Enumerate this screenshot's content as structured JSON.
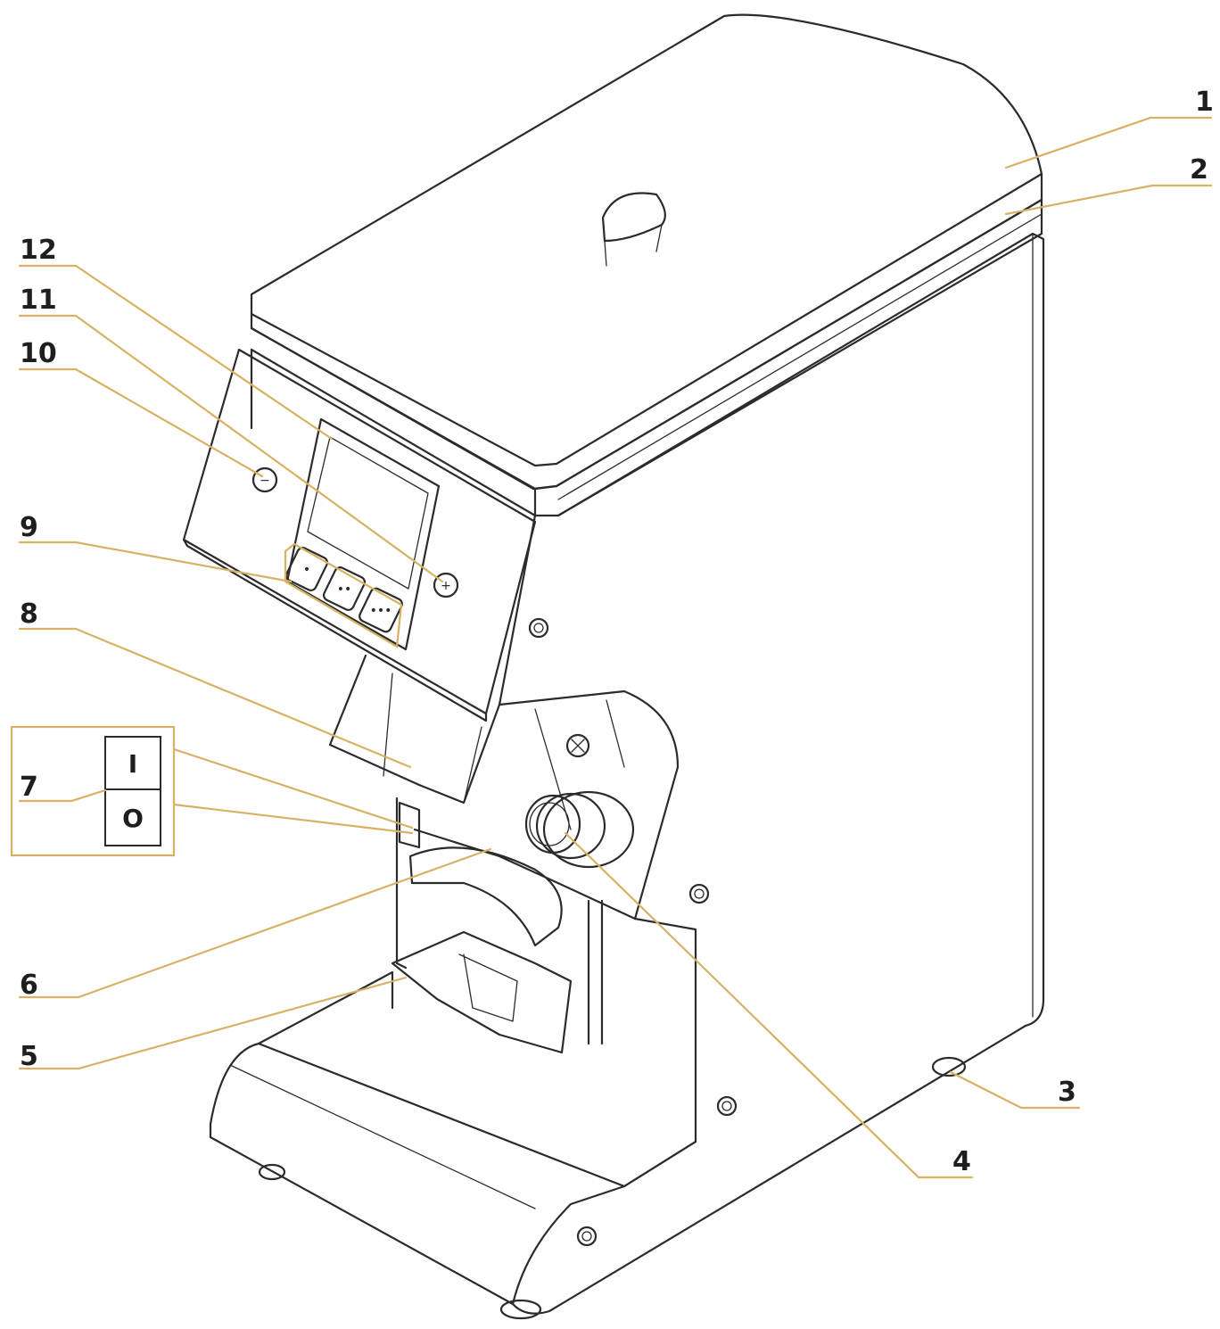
{
  "callouts": [
    {
      "id": "1",
      "label": "1"
    },
    {
      "id": "2",
      "label": "2"
    },
    {
      "id": "3",
      "label": "3"
    },
    {
      "id": "4",
      "label": "4"
    },
    {
      "id": "5",
      "label": "5"
    },
    {
      "id": "6",
      "label": "6"
    },
    {
      "id": "7",
      "label": "7"
    },
    {
      "id": "8",
      "label": "8"
    },
    {
      "id": "9",
      "label": "9"
    },
    {
      "id": "10",
      "label": "10"
    },
    {
      "id": "11",
      "label": "11"
    },
    {
      "id": "12",
      "label": "12"
    }
  ],
  "power_switch": {
    "on_symbol": "I",
    "off_symbol": "O"
  },
  "panel": {
    "minus_symbol": "−",
    "plus_symbol": "+",
    "dose_1": "•",
    "dose_2": "••",
    "dose_3": "•••"
  },
  "colors": {
    "leader": "#d7b164",
    "line": "#2b2b2b",
    "background": "#ffffff"
  },
  "icons": {
    "tamper": "tamper-icon",
    "screw": "screw-icon"
  }
}
